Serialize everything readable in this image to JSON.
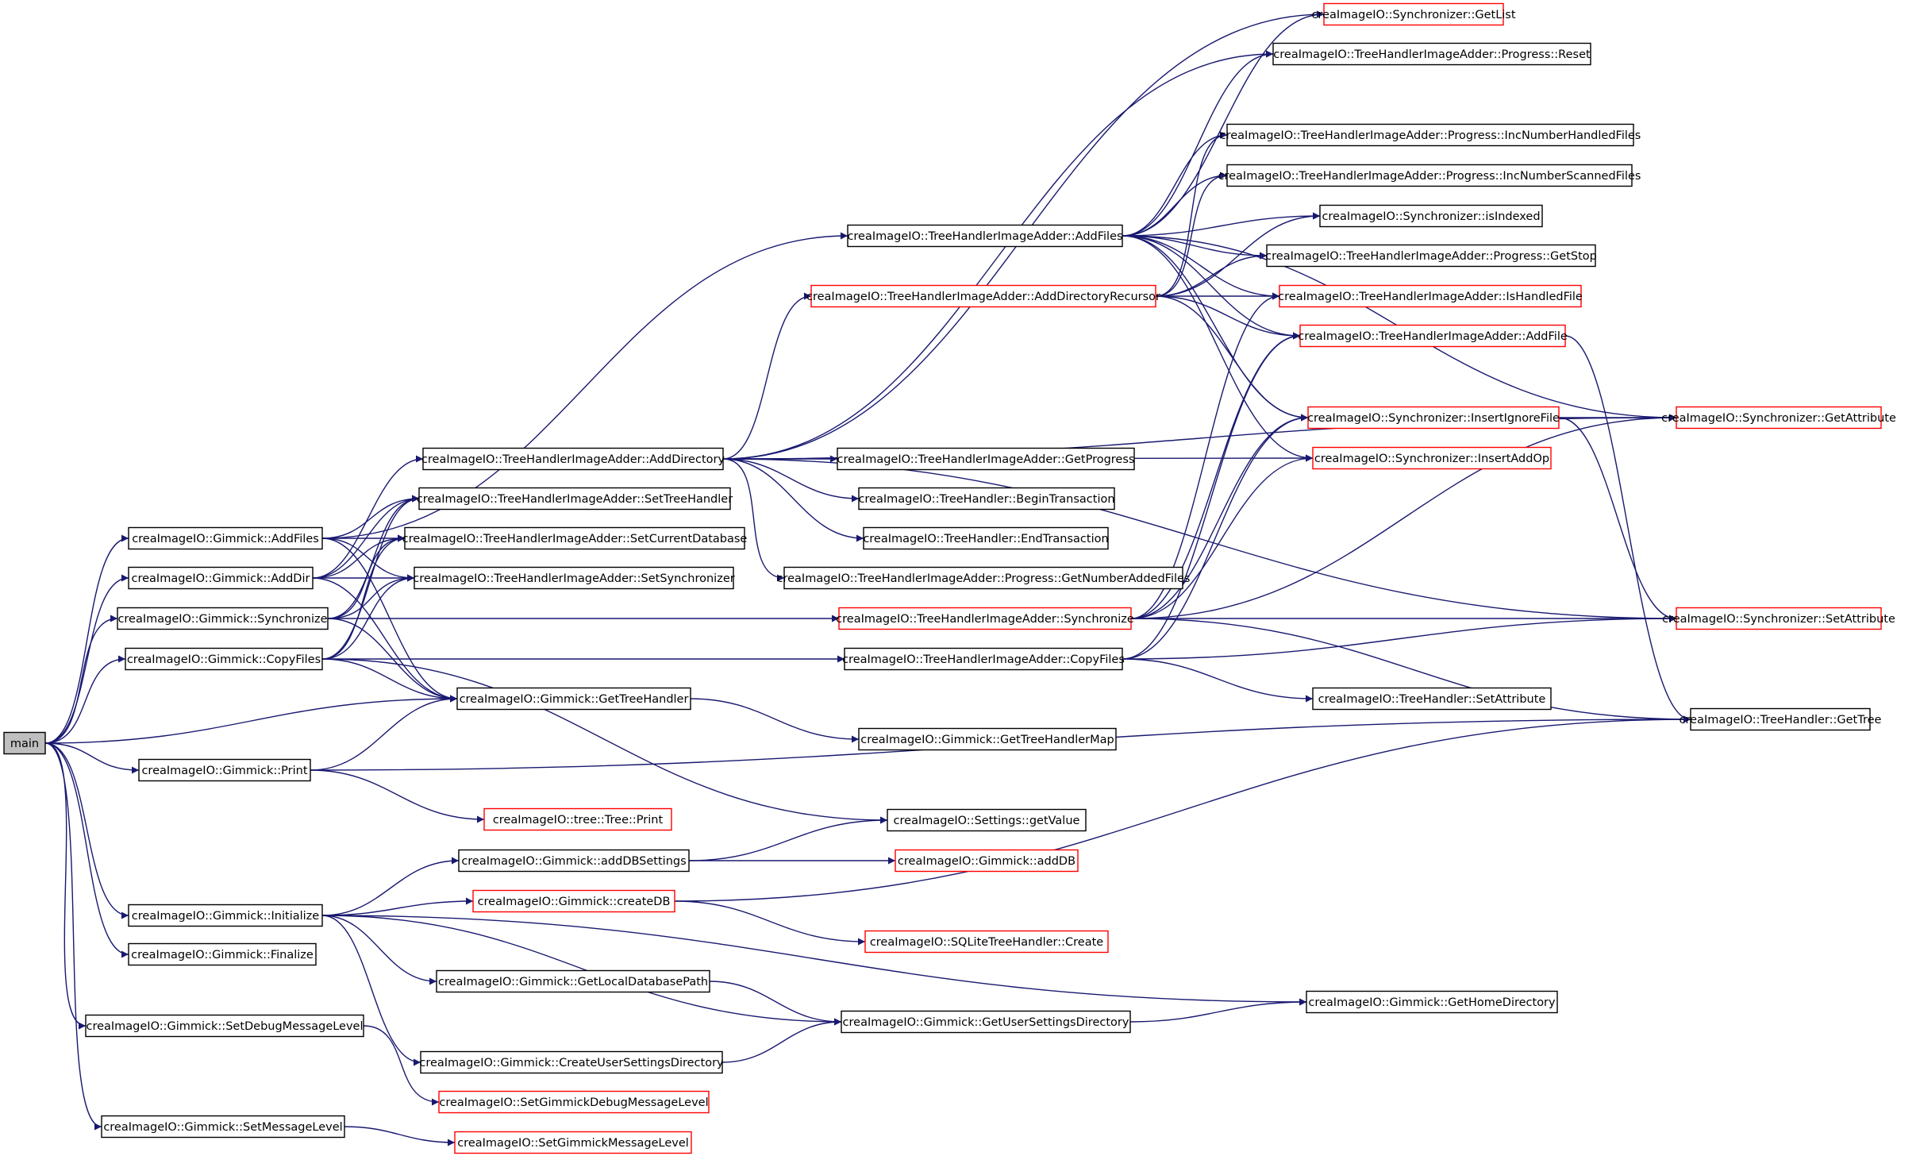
{
  "colors": {
    "edge": "#191970",
    "node_border": "#000000",
    "incomplete_border": "#ff0000",
    "root_fill": "#bfbfbf"
  },
  "nodes": [
    {
      "id": "main",
      "label": "main",
      "root": true
    },
    {
      "id": "gAddFiles",
      "label": "creaImageIO::Gimmick::AddFiles"
    },
    {
      "id": "gAddDir",
      "label": "creaImageIO::Gimmick::AddDir"
    },
    {
      "id": "gSync",
      "label": "creaImageIO::Gimmick::Synchronize"
    },
    {
      "id": "gCopy",
      "label": "creaImageIO::Gimmick::CopyFiles"
    },
    {
      "id": "gPrint",
      "label": "creaImageIO::Gimmick::Print"
    },
    {
      "id": "gInit",
      "label": "creaImageIO::Gimmick::Initialize"
    },
    {
      "id": "gFinal",
      "label": "creaImageIO::Gimmick::Finalize"
    },
    {
      "id": "gDebug",
      "label": "creaImageIO::Gimmick::SetDebugMessageLevel"
    },
    {
      "id": "gMsg",
      "label": "creaImageIO::Gimmick::SetMessageLevel"
    },
    {
      "id": "tAddDir",
      "label": "creaImageIO::TreeHandlerImageAdder::AddDirectory"
    },
    {
      "id": "tSetTH",
      "label": "creaImageIO::TreeHandlerImageAdder::SetTreeHandler"
    },
    {
      "id": "tSetCD",
      "label": "creaImageIO::TreeHandlerImageAdder::SetCurrentDatabase"
    },
    {
      "id": "tSetSync",
      "label": "creaImageIO::TreeHandlerImageAdder::SetSynchronizer"
    },
    {
      "id": "gGetTH",
      "label": "creaImageIO::Gimmick::GetTreeHandler"
    },
    {
      "id": "treePrint",
      "label": "creaImageIO::tree::Tree::Print",
      "incomplete": true
    },
    {
      "id": "gAddDBS",
      "label": "creaImageIO::Gimmick::addDBSettings"
    },
    {
      "id": "gCreateDB",
      "label": "creaImageIO::Gimmick::createDB",
      "incomplete": true
    },
    {
      "id": "gLocalDB",
      "label": "creaImageIO::Gimmick::GetLocalDatabasePath"
    },
    {
      "id": "gCreateUSD",
      "label": "creaImageIO::Gimmick::CreateUserSettingsDirectory"
    },
    {
      "id": "setGDML",
      "label": "creaImageIO::SetGimmickDebugMessageLevel",
      "incomplete": true
    },
    {
      "id": "setGML",
      "label": "creaImageIO::SetGimmickMessageLevel",
      "incomplete": true
    },
    {
      "id": "tAddFiles",
      "label": "creaImageIO::TreeHandlerImageAdder::AddFiles"
    },
    {
      "id": "tAddDirRec",
      "label": "creaImageIO::TreeHandlerImageAdder::AddDirectoryRecursor",
      "incomplete": true
    },
    {
      "id": "tGetProg",
      "label": "creaImageIO::TreeHandlerImageAdder::GetProgress"
    },
    {
      "id": "thBegin",
      "label": "creaImageIO::TreeHandler::BeginTransaction"
    },
    {
      "id": "thEnd",
      "label": "creaImageIO::TreeHandler::EndTransaction"
    },
    {
      "id": "tProgNAF",
      "label": "creaImageIO::TreeHandlerImageAdder::Progress::GetNumberAddedFiles"
    },
    {
      "id": "tSync",
      "label": "creaImageIO::TreeHandlerImageAdder::Synchronize",
      "incomplete": true
    },
    {
      "id": "tCopy",
      "label": "creaImageIO::TreeHandlerImageAdder::CopyFiles"
    },
    {
      "id": "gGetTHMap",
      "label": "creaImageIO::Gimmick::GetTreeHandlerMap"
    },
    {
      "id": "settingsGet",
      "label": "creaImageIO::Settings::getValue"
    },
    {
      "id": "gAddDB",
      "label": "creaImageIO::Gimmick::addDB",
      "incomplete": true
    },
    {
      "id": "sqlCreate",
      "label": "creaImageIO::SQLiteTreeHandler::Create",
      "incomplete": true
    },
    {
      "id": "gUSD",
      "label": "creaImageIO::Gimmick::GetUserSettingsDirectory"
    },
    {
      "id": "sGetList",
      "label": "creaImageIO::Synchronizer::GetList",
      "incomplete": true
    },
    {
      "id": "pReset",
      "label": "creaImageIO::TreeHandlerImageAdder::Progress::Reset"
    },
    {
      "id": "pIncH",
      "label": "creaImageIO::TreeHandlerImageAdder::Progress::IncNumberHandledFiles"
    },
    {
      "id": "pIncS",
      "label": "creaImageIO::TreeHandlerImageAdder::Progress::IncNumberScannedFiles"
    },
    {
      "id": "sIsIdx",
      "label": "creaImageIO::Synchronizer::isIndexed"
    },
    {
      "id": "pGetStop",
      "label": "creaImageIO::TreeHandlerImageAdder::Progress::GetStop"
    },
    {
      "id": "tIsHandled",
      "label": "creaImageIO::TreeHandlerImageAdder::IsHandledFile",
      "incomplete": true
    },
    {
      "id": "tAddFile",
      "label": "creaImageIO::TreeHandlerImageAdder::AddFile",
      "incomplete": true
    },
    {
      "id": "sInsIgn",
      "label": "creaImageIO::Synchronizer::InsertIgnoreFile",
      "incomplete": true
    },
    {
      "id": "sInsAdd",
      "label": "creaImageIO::Synchronizer::InsertAddOp",
      "incomplete": true
    },
    {
      "id": "thSetAttr",
      "label": "creaImageIO::TreeHandler::SetAttribute"
    },
    {
      "id": "gHomeDir",
      "label": "creaImageIO::Gimmick::GetHomeDirectory"
    },
    {
      "id": "sGetAttr",
      "label": "creaImageIO::Synchronizer::GetAttribute",
      "incomplete": true
    },
    {
      "id": "sSetAttr",
      "label": "creaImageIO::Synchronizer::SetAttribute",
      "incomplete": true
    },
    {
      "id": "thGetTree",
      "label": "creaImageIO::TreeHandler::GetTree"
    }
  ],
  "edges": [
    [
      "main",
      "gAddFiles"
    ],
    [
      "main",
      "gAddDir"
    ],
    [
      "main",
      "gSync"
    ],
    [
      "main",
      "gCopy"
    ],
    [
      "main",
      "gGetTH"
    ],
    [
      "main",
      "gPrint"
    ],
    [
      "main",
      "gInit"
    ],
    [
      "main",
      "gFinal"
    ],
    [
      "main",
      "gDebug"
    ],
    [
      "main",
      "gMsg"
    ],
    [
      "gAddFiles",
      "tAddFiles"
    ],
    [
      "gAddFiles",
      "tSetTH"
    ],
    [
      "gAddFiles",
      "tSetCD"
    ],
    [
      "gAddFiles",
      "tSetSync"
    ],
    [
      "gAddFiles",
      "gGetTH"
    ],
    [
      "gAddDir",
      "tAddDir"
    ],
    [
      "gAddDir",
      "tSetTH"
    ],
    [
      "gAddDir",
      "tSetCD"
    ],
    [
      "gAddDir",
      "tSetSync"
    ],
    [
      "gAddDir",
      "gGetTH"
    ],
    [
      "gSync",
      "tSync"
    ],
    [
      "gSync",
      "tSetTH"
    ],
    [
      "gSync",
      "tSetCD"
    ],
    [
      "gSync",
      "tSetSync"
    ],
    [
      "gSync",
      "gGetTH"
    ],
    [
      "gCopy",
      "tCopy"
    ],
    [
      "gCopy",
      "tSetTH"
    ],
    [
      "gCopy",
      "tSetCD"
    ],
    [
      "gCopy",
      "tSetSync"
    ],
    [
      "gCopy",
      "gGetTH"
    ],
    [
      "gCopy",
      "settingsGet"
    ],
    [
      "gGetTH",
      "gGetTHMap"
    ],
    [
      "gPrint",
      "gGetTH"
    ],
    [
      "gPrint",
      "treePrint"
    ],
    [
      "gPrint",
      "thGetTree"
    ],
    [
      "gInit",
      "gAddDBS"
    ],
    [
      "gInit",
      "gCreateDB"
    ],
    [
      "gInit",
      "gLocalDB"
    ],
    [
      "gInit",
      "gCreateUSD"
    ],
    [
      "gInit",
      "gUSD"
    ],
    [
      "gInit",
      "gHomeDir"
    ],
    [
      "gAddDBS",
      "settingsGet"
    ],
    [
      "gAddDBS",
      "gAddDB"
    ],
    [
      "gCreateDB",
      "sqlCreate"
    ],
    [
      "gCreateDB",
      "thGetTree"
    ],
    [
      "gLocalDB",
      "gUSD"
    ],
    [
      "gCreateUSD",
      "gUSD"
    ],
    [
      "gUSD",
      "gHomeDir"
    ],
    [
      "gDebug",
      "setGDML"
    ],
    [
      "gMsg",
      "setGML"
    ],
    [
      "tAddDir",
      "sGetList"
    ],
    [
      "tAddDir",
      "pReset"
    ],
    [
      "tAddDir",
      "tAddDirRec"
    ],
    [
      "tAddDir",
      "tGetProg"
    ],
    [
      "tAddDir",
      "thBegin"
    ],
    [
      "tAddDir",
      "thEnd"
    ],
    [
      "tAddDir",
      "tProgNAF"
    ],
    [
      "tAddDir",
      "sInsAdd"
    ],
    [
      "tAddDir",
      "sGetAttr"
    ],
    [
      "tAddDir",
      "sSetAttr"
    ],
    [
      "tAddFiles",
      "sGetList"
    ],
    [
      "tAddFiles",
      "pReset"
    ],
    [
      "tAddFiles",
      "pIncH"
    ],
    [
      "tAddFiles",
      "pIncS"
    ],
    [
      "tAddFiles",
      "sIsIdx"
    ],
    [
      "tAddFiles",
      "pGetStop"
    ],
    [
      "tAddFiles",
      "tIsHandled"
    ],
    [
      "tAddFiles",
      "tAddFile"
    ],
    [
      "tAddFiles",
      "sInsIgn"
    ],
    [
      "tAddFiles",
      "sInsAdd"
    ],
    [
      "tAddFiles",
      "sGetAttr"
    ],
    [
      "tAddDirRec",
      "pIncH"
    ],
    [
      "tAddDirRec",
      "pIncS"
    ],
    [
      "tAddDirRec",
      "sIsIdx"
    ],
    [
      "tAddDirRec",
      "pGetStop"
    ],
    [
      "tAddDirRec",
      "tIsHandled"
    ],
    [
      "tAddDirRec",
      "tAddFile"
    ],
    [
      "tAddDirRec",
      "sInsIgn"
    ],
    [
      "tSync",
      "sInsIgn"
    ],
    [
      "tSync",
      "sInsAdd"
    ],
    [
      "tSync",
      "sGetAttr"
    ],
    [
      "tSync",
      "sSetAttr"
    ],
    [
      "tSync",
      "thGetTree"
    ],
    [
      "tSync",
      "tIsHandled"
    ],
    [
      "tSync",
      "tAddFile"
    ],
    [
      "tCopy",
      "sInsIgn"
    ],
    [
      "tCopy",
      "sSetAttr"
    ],
    [
      "tCopy",
      "thSetAttr"
    ],
    [
      "tCopy",
      "tAddFile"
    ],
    [
      "tAddFile",
      "thGetTree"
    ],
    [
      "sInsIgn",
      "sGetAttr"
    ],
    [
      "sInsIgn",
      "sSetAttr"
    ]
  ]
}
